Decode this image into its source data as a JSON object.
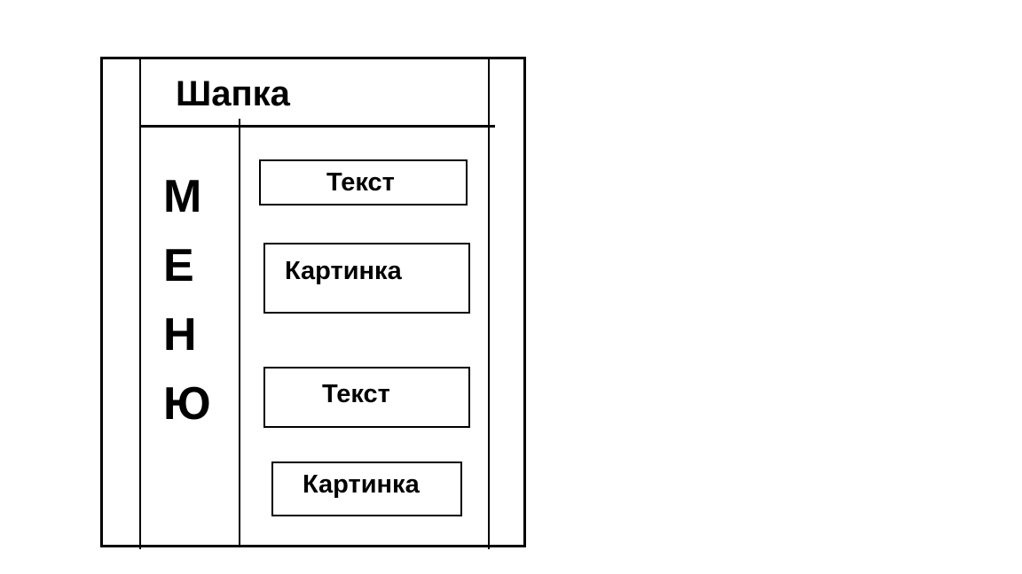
{
  "header": {
    "label": "Шапка"
  },
  "menu": {
    "letters": [
      "М",
      "Е",
      "Н",
      "Ю"
    ]
  },
  "content": {
    "blocks": [
      {
        "label": "Текст"
      },
      {
        "label": "Картинка"
      },
      {
        "label": "Текст"
      },
      {
        "label": "Картинка"
      }
    ]
  }
}
